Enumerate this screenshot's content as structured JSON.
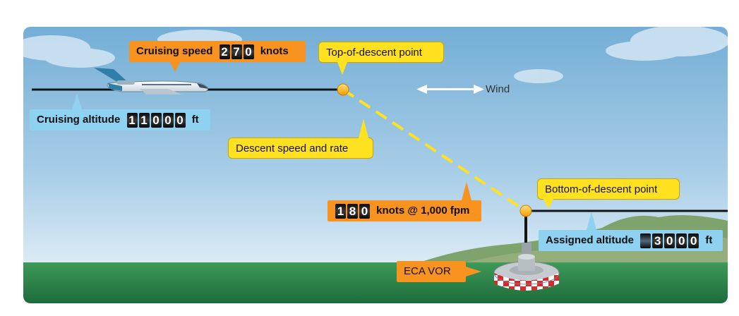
{
  "cruise": {
    "speed_prefix": "Cruising speed",
    "speed_digits": [
      "2",
      "7",
      "0"
    ],
    "speed_suffix": "knots",
    "altitude_prefix": "Cruising altitude",
    "altitude_digits": [
      "1",
      "1",
      "0",
      "0",
      "0"
    ],
    "altitude_suffix": "ft"
  },
  "descent": {
    "top_label": "Top-of-descent point",
    "speed_rate_label": "Descent speed and rate",
    "speed_digits": [
      "1",
      "8",
      "0"
    ],
    "speed_suffix": "knots @ 1,000 fpm",
    "bottom_label": "Bottom-of-descent point"
  },
  "assigned": {
    "prefix": "Assigned altitude",
    "digits": [
      "",
      "3",
      "0",
      "0",
      "0"
    ],
    "suffix": "ft"
  },
  "wind": {
    "label": "Wind"
  },
  "vor": {
    "label": "ECA VOR"
  },
  "colors": {
    "callout_yellow": "#ffe11f",
    "callout_orange": "#f7931e",
    "callout_blue": "#8fd1f0",
    "descent_path": "#ffe11f",
    "ground": "#2f8a4f"
  }
}
